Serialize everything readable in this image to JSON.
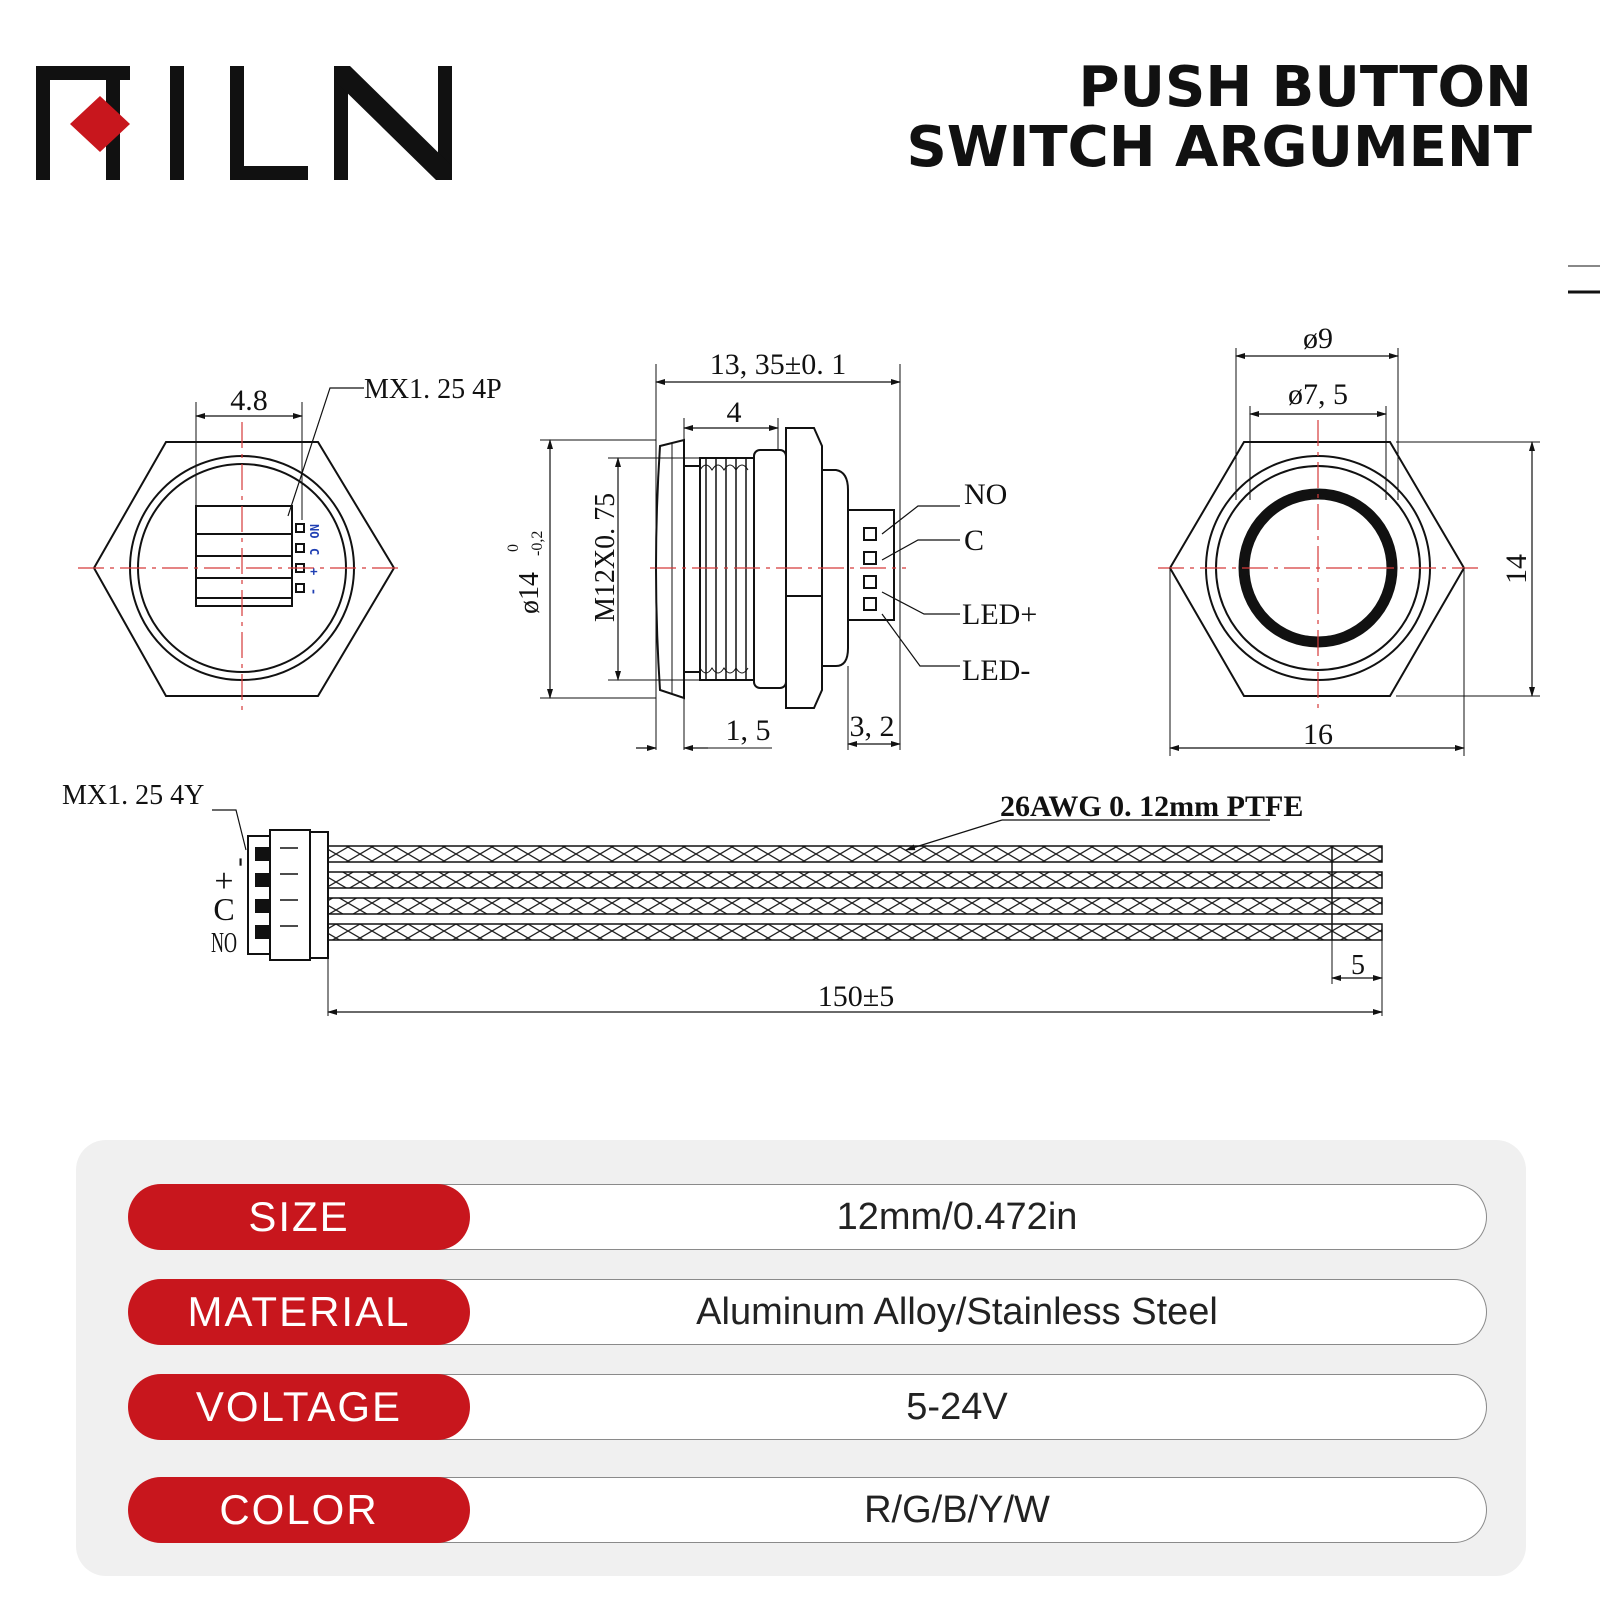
{
  "brand": {
    "logo_text": "FILN",
    "accent_color": "#c8161d"
  },
  "title": {
    "line1": "PUSH BUTTON",
    "line2": "SWITCH ARGUMENT"
  },
  "back_view": {
    "width_dim": "4.8",
    "connector_label": "MX1. 25  4P",
    "pin_labels": [
      "NO",
      "C",
      "+",
      "-"
    ]
  },
  "side_view": {
    "overall_length": "13, 35±0. 1",
    "thread_length": "4",
    "diameter_dim": "ø14",
    "diameter_tol_upper": "0",
    "diameter_tol_lower": "-0,2",
    "thread_spec": "M12X0. 75",
    "flange_dim": "1, 5",
    "connector_dim": "3, 2",
    "pins": [
      "NO",
      "C",
      "LED+",
      "LED-"
    ]
  },
  "front_view": {
    "outer_dia": "ø9",
    "inner_dia": "ø7, 5",
    "height_dim": "14",
    "width_dim": "16"
  },
  "cable": {
    "connector_label": "MX1. 25  4Y",
    "wire_spec": "26AWG  0. 12mm  PTFE",
    "wire_labels": [
      "-",
      "+",
      "C",
      "NO"
    ],
    "strip_length": "5",
    "total_length": "150±5"
  },
  "specs": [
    {
      "label": "SIZE",
      "value": "12mm/0.472in"
    },
    {
      "label": "MATERIAL",
      "value": "Aluminum Alloy/Stainless Steel"
    },
    {
      "label": "VOLTAGE",
      "value": "5-24V"
    },
    {
      "label": "COLOR",
      "value": "R/G/B/Y/W"
    }
  ]
}
